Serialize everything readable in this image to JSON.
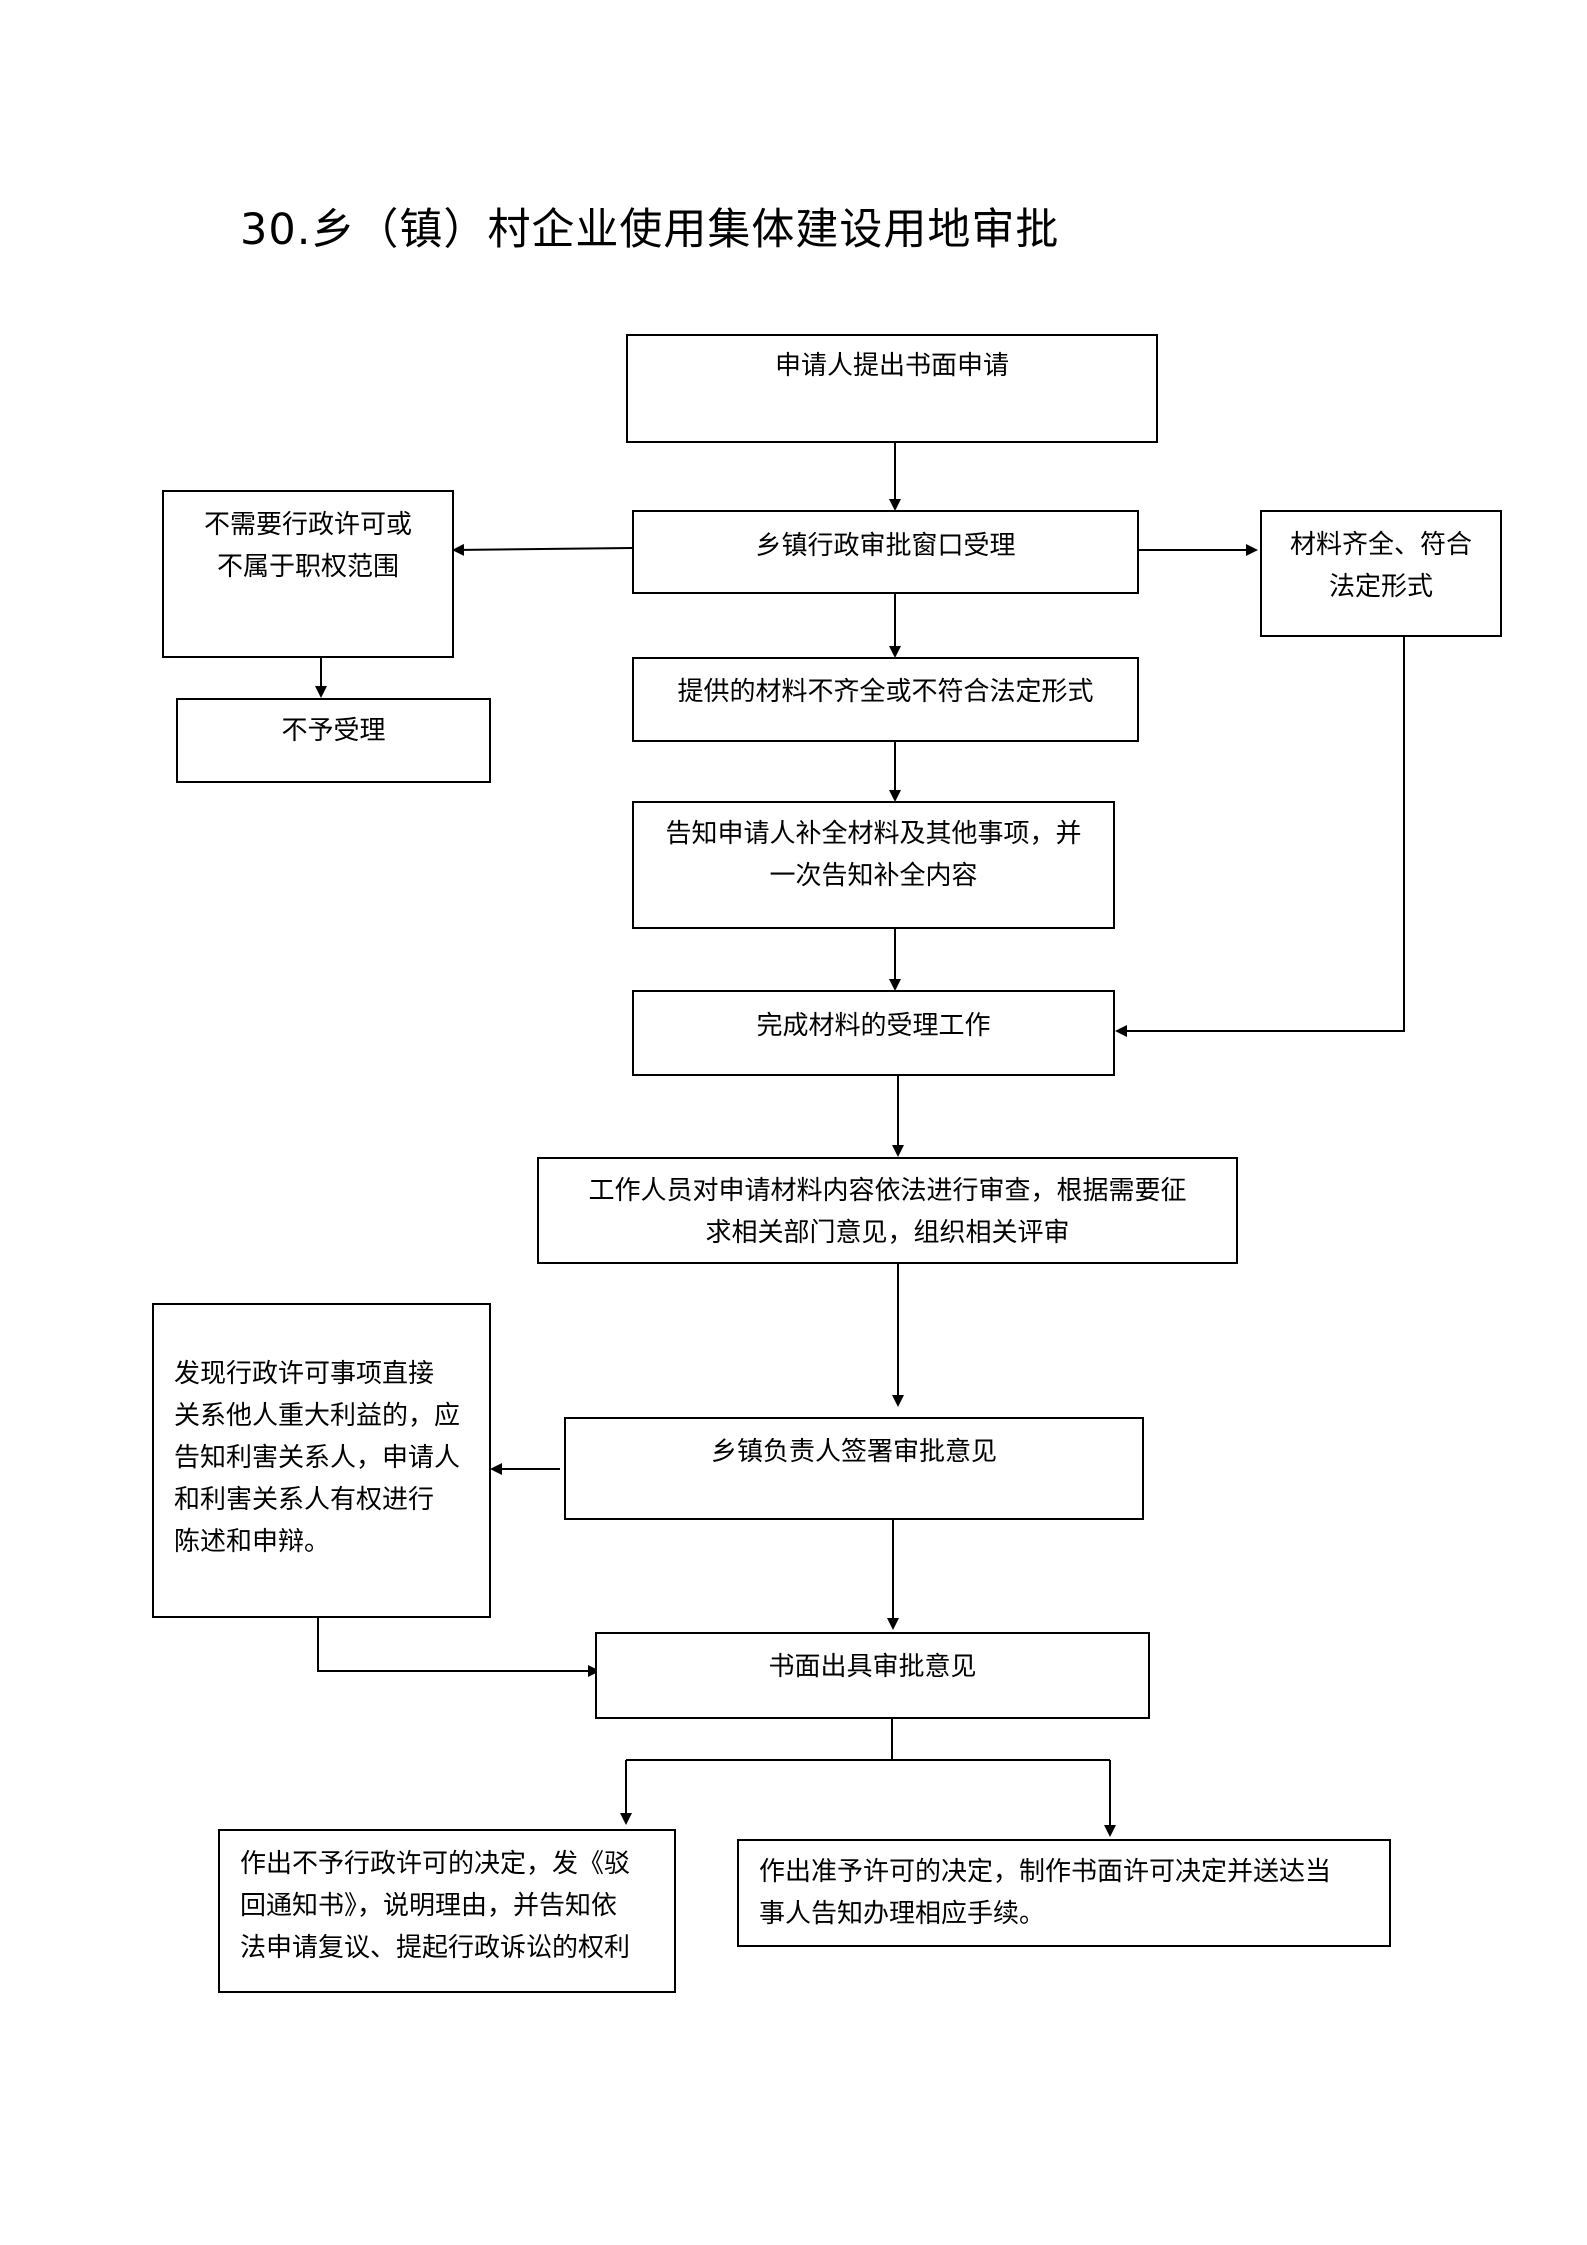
{
  "title": "30.乡（镇）村企业使用集体建设用地审批",
  "boxes": {
    "apply": [
      "申请人提出书面申请"
    ],
    "accept_window": [
      "乡镇行政审批窗口受理"
    ],
    "not_needed": [
      "不需要行政许可或",
      "不属于职权范围"
    ],
    "not_accepted": [
      "不予受理"
    ],
    "materials_complete": [
      "材料齐全、符合",
      "法定形式"
    ],
    "materials_incomplete": [
      "提供的材料不齐全或不符合法定形式"
    ],
    "notify_supplement": [
      "告知申请人补全材料及其他事项，并",
      "一次告知补全内容"
    ],
    "complete_acceptance": [
      "完成材料的受理工作"
    ],
    "review": [
      "工作人员对申请材料内容依法进行审查，根据需要征",
      "求相关部门意见，组织相关评审"
    ],
    "stakeholder_notice": [
      "发现行政许可事项直接",
      "关系他人重大利益的，应",
      "告知利害关系人，申请人",
      "和利害关系人有权进行",
      "陈述和申辩。"
    ],
    "township_sign": [
      "乡镇负责人签署审批意见"
    ],
    "written_opinion": [
      "书面出具审批意见"
    ],
    "deny_decision": [
      "作出不予行政许可的决定，发《驳",
      "回通知书》，说明理由，并告知依",
      "法申请复议、提起行政诉讼的权利"
    ],
    "approve_decision": [
      "作出准予许可的决定，制作书面许可决定并送达当",
      "事人告知办理相应手续。"
    ]
  }
}
